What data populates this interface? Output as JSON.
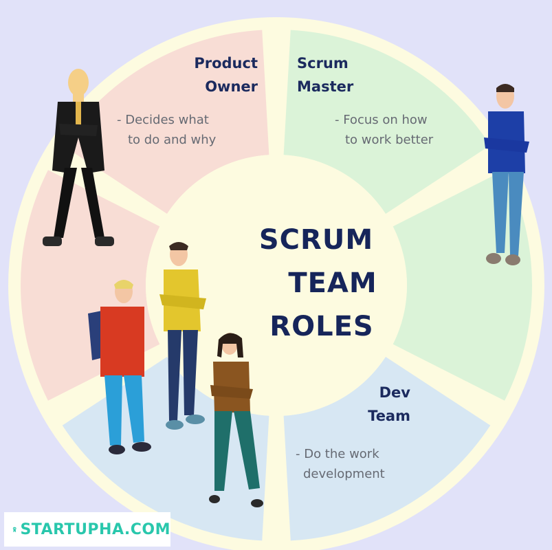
{
  "center": {
    "lines": [
      "SCRUM",
      "TEAM",
      "ROLES"
    ]
  },
  "roles": {
    "product_owner": {
      "title_lines": [
        "Product",
        "Owner"
      ],
      "desc_lines": [
        "- Decides what",
        "to do and why"
      ]
    },
    "scrum_master": {
      "title_lines": [
        "Scrum",
        "Master"
      ],
      "desc_lines": [
        "- Focus on how",
        "to work better"
      ]
    },
    "dev_team": {
      "title_lines": [
        "Dev",
        "Team"
      ],
      "desc_lines": [
        "- Do the work",
        "development"
      ]
    }
  },
  "logo": {
    "text": "STARTUPHA.COM"
  },
  "colors": {
    "background": "#e1e2f9",
    "ring": "#fdfbe0",
    "product_owner": "#f8ddd5",
    "scrum_master": "#dbf3d8",
    "dev_team": "#d7e7f3",
    "title": "#1b2a5e",
    "description": "#666a73",
    "logo_text": "#29c7ac"
  }
}
